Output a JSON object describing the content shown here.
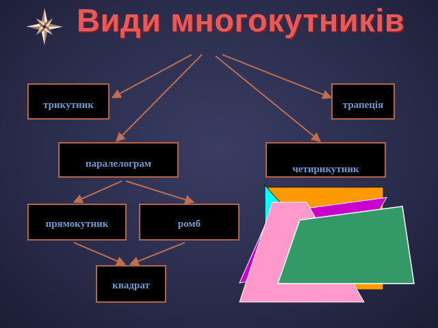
{
  "slide": {
    "title": "Види многокутників"
  },
  "nodes": {
    "triangle": "трикутник",
    "trapezoid": "трапеція",
    "parallelogram": "паралелограм",
    "quadrilateral": "четирикутник",
    "rectangle": "прямокутник",
    "rhombus": "ромб",
    "square": "квадрат"
  },
  "icons": {
    "title_icon": "compass-rose-icon"
  },
  "colors": {
    "title": "#e85a5a",
    "box_border": "#b5664a",
    "box_text": "#6f9bd0",
    "arrow": "#c0704f",
    "shape_cyan": "#00ffff",
    "shape_orange": "#ff9900",
    "shape_magenta": "#cc00cc",
    "shape_pink": "#ff99cc",
    "shape_green": "#339966"
  }
}
